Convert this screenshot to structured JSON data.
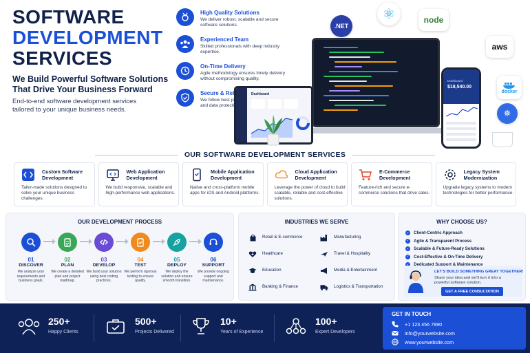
{
  "hero": {
    "title_line1": "SOFTWARE",
    "title_line2": "DEVELOPMENT",
    "title_line3": "SERVICES",
    "subtitle": "We Build Powerful Software Solutions That Drive Your Business Forward",
    "description": "End-to-end software development services tailored to your unique business needs."
  },
  "features": [
    {
      "title": "High Quality Solutions",
      "desc": "We deliver robust, scalable and secure software solutions.",
      "icon": "medal-icon"
    },
    {
      "title": "Experienced Team",
      "desc": "Skilled professionals with deep industry expertise.",
      "icon": "team-icon"
    },
    {
      "title": "On-Time Delivery",
      "desc": "Agile methodology ensures timely delivery without compromising quality.",
      "icon": "clock-icon"
    },
    {
      "title": "Secure & Reliable",
      "desc": "We follow best practices to ensure security and data protection.",
      "icon": "shield-icon"
    }
  ],
  "tech_badges": {
    "dotnet": ".NET",
    "node": "node",
    "aws": "aws",
    "docker": "docker"
  },
  "devices": {
    "dashboard_title": "Dashboard",
    "phone_label": "Dashboard",
    "phone_value": "$18,540.00"
  },
  "services_title": "OUR SOFTWARE DEVELOPMENT SERVICES",
  "services": [
    {
      "title": "Custom Software Development",
      "desc": "Tailor-made solutions designed to solve your unique business challenges.",
      "icon": "code-icon"
    },
    {
      "title": "Web Application Development",
      "desc": "We build responsive, scalable and high-performance web applications.",
      "icon": "monitor-icon"
    },
    {
      "title": "Mobile Application Development",
      "desc": "Native and cross-platform mobile apps for iOS and Android platforms.",
      "icon": "mobile-icon"
    },
    {
      "title": "Cloud Application Development",
      "desc": "Leverage the power of cloud to build scalable, reliable and cost-effective solutions.",
      "icon": "cloud-icon"
    },
    {
      "title": "E-Commerce Development",
      "desc": "Feature-rich and secure e-commerce solutions that drive sales.",
      "icon": "cart-icon"
    },
    {
      "title": "Legacy System Modernization",
      "desc": "Upgrade legacy systems to modern technologies for better performance.",
      "icon": "gear-icon"
    }
  ],
  "process": {
    "title": "OUR DEVELOPMENT PROCESS",
    "steps": [
      {
        "num": "01",
        "label": "DISCOVER",
        "desc": "We analyze your requirements and business goals.",
        "color": "#1b4fd6"
      },
      {
        "num": "02",
        "label": "PLAN",
        "desc": "We create a detailed plan and project roadmap.",
        "color": "#3aa657"
      },
      {
        "num": "03",
        "label": "DEVELOP",
        "desc": "We build your solution using best coding practices.",
        "color": "#6a4bd3"
      },
      {
        "num": "04",
        "label": "TEST",
        "desc": "We perform rigorous testing to ensure quality.",
        "color": "#f08a1c"
      },
      {
        "num": "05",
        "label": "DEPLOY",
        "desc": "We deploy the solution and ensure smooth transition.",
        "color": "#17a2a2"
      },
      {
        "num": "06",
        "label": "SUPPORT",
        "desc": "We provide ongoing support and maintenance.",
        "color": "#1b4fd6"
      }
    ]
  },
  "industries": {
    "title": "INDUSTRIES WE SERVE",
    "items": [
      {
        "label": "Retail & E-commerce",
        "icon": "bag-icon"
      },
      {
        "label": "Manufacturing",
        "icon": "factory-icon"
      },
      {
        "label": "Healthcare",
        "icon": "health-icon"
      },
      {
        "label": "Travel & Hospitality",
        "icon": "plane-icon"
      },
      {
        "label": "Education",
        "icon": "graduation-icon"
      },
      {
        "label": "Media & Entertainment",
        "icon": "megaphone-icon"
      },
      {
        "label": "Banking & Finance",
        "icon": "bank-icon"
      },
      {
        "label": "Logistics & Transportation",
        "icon": "truck-icon"
      }
    ]
  },
  "why": {
    "title": "WHY CHOOSE US?",
    "items": [
      "Client-Centric Approach",
      "Agile & Transparent Process",
      "Scalable & Future-Ready Solutions",
      "Cost-Effective & On-Time Delivery",
      "Dedicated Support & Maintenance"
    ],
    "cta_title": "LET'S BUILD SOMETHING GREAT TOGETHER!",
    "cta_desc": "Share your idea and we'll turn it into a powerful software solution.",
    "cta_button": "GET A FREE CONSULTATION"
  },
  "stats": [
    {
      "value": "250+",
      "label": "Happy Clients",
      "icon": "users-icon"
    },
    {
      "value": "500+",
      "label": "Projects Delivered",
      "icon": "briefcase-icon"
    },
    {
      "value": "10+",
      "label": "Years of Experience",
      "icon": "trophy-icon"
    },
    {
      "value": "100+",
      "label": "Expert Developers",
      "icon": "network-icon"
    }
  ],
  "contact": {
    "title": "GET IN TOUCH",
    "phone": "+1 123 456 7890",
    "email": "info@yourwebsite.com",
    "website": "www.yourwebsite.com"
  },
  "colors": {
    "navy": "#10214a",
    "brand_blue": "#1b4fd6",
    "footer_bg": "#0e2257"
  }
}
